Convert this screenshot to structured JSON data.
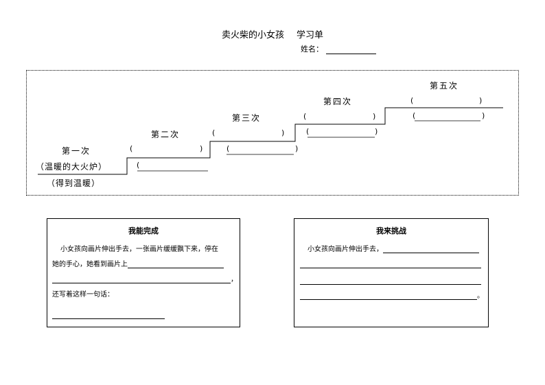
{
  "header": {
    "title_main": "卖火柴的小女孩",
    "title_sub": "学习单",
    "name_label": "姓名："
  },
  "stairs": {
    "step1_label": "第一次",
    "step1_paren_a": "（温暖的大火炉）",
    "step1_paren_b": "（得到温暖）",
    "step2_label": "第二次",
    "step3_label": "第三次",
    "step4_label": "第四次",
    "step5_label": "第五次",
    "open_paren": "(",
    "close_paren": ")"
  },
  "card_left": {
    "title": "我能完成",
    "line1": "小女孩向画片伸出手去，一张画片缓缓飘下来，停在",
    "line2": "她的手心，她看到画片上",
    "comma": "，",
    "line3": "还写着这样一句话："
  },
  "card_right": {
    "title": "我来挑战",
    "line1": "小女孩向画片伸出手去，",
    "period": "。"
  }
}
